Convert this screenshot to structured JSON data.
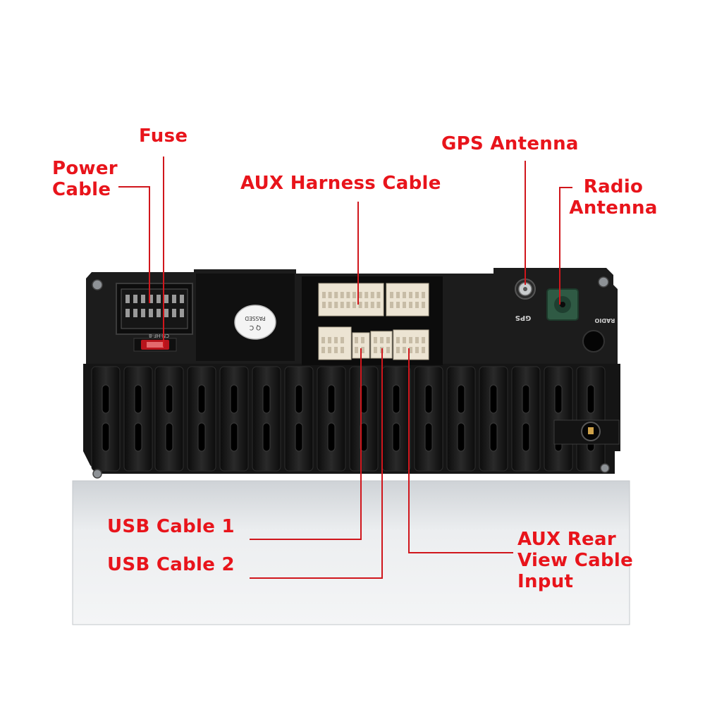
{
  "callouts": {
    "fuse": {
      "text": "Fuse"
    },
    "power_cable": {
      "lines": [
        "Power",
        "Cable"
      ]
    },
    "aux_harness": {
      "text": "AUX Harness Cable"
    },
    "gps_antenna": {
      "text": "GPS Antenna"
    },
    "radio_antenna": {
      "lines": [
        "Radio",
        "Antenna"
      ]
    },
    "usb_cable_1": {
      "text": "USB Cable 1"
    },
    "usb_cable_2": {
      "text": "USB Cable 2"
    },
    "aux_rear_view": {
      "lines": [
        "AUX Rear",
        "View Cable",
        "Input"
      ]
    }
  },
  "device_markings": {
    "qc_sticker": [
      "Q C",
      "PASSED"
    ],
    "connector_code": "CN-HF-8",
    "gps_port": "GPS",
    "radio_port": "RADIO"
  },
  "colors": {
    "callout_text": "#e8141b",
    "leader_line": "#d0161c",
    "unit_body": "#1b1b1b",
    "chassis": "#e2e5e8",
    "connector": "#ece4d3",
    "fuse": "#b8141c",
    "antenna_socket": "#2f5a44"
  }
}
